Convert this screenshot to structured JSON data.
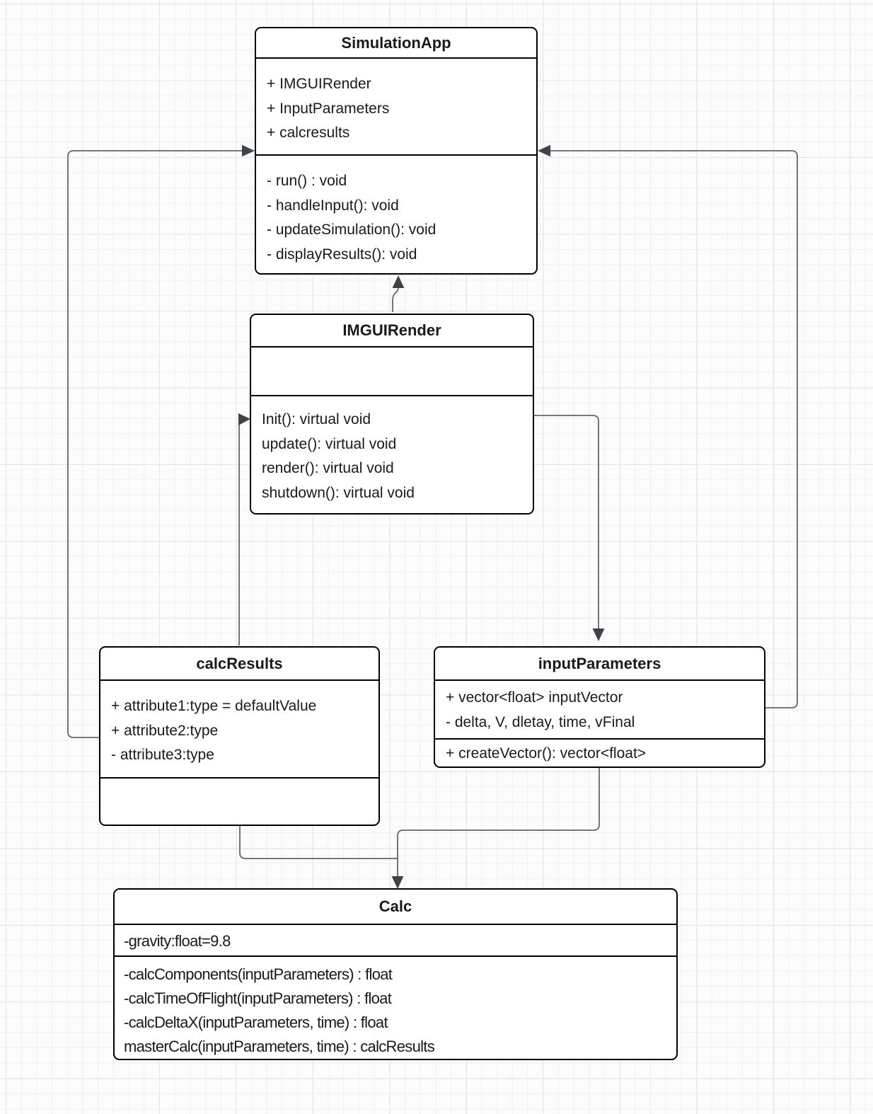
{
  "diagram": {
    "classes": [
      {
        "name": "SimulationApp",
        "attributes": [
          "+ IMGUIRender",
          "+ InputParameters",
          "+ calcresults"
        ],
        "methods": [
          "- run() : void",
          "- handleInput(): void",
          "- updateSimulation(): void",
          "- displayResults(): void"
        ]
      },
      {
        "name": "IMGUIRender",
        "attributes": [],
        "methods": [
          "Init(): virtual void",
          "update(): virtual void",
          "render(): virtual void",
          "shutdown(): virtual void"
        ]
      },
      {
        "name": "calcResults",
        "attributes": [
          "+ attribute1:type = defaultValue",
          "+ attribute2:type",
          "- attribute3:type"
        ],
        "methods": []
      },
      {
        "name": "inputParameters",
        "attributes": [
          "+ vector<float> inputVector",
          "- delta, V, dletay, time, vFinal"
        ],
        "methods": [
          "+ createVector(): vector<float>"
        ]
      },
      {
        "name": "Calc",
        "attributes": [
          "-gravity:float=9.8"
        ],
        "methods": [
          "-calcComponents(inputParameters) : float",
          "-calcTimeOfFlight(inputParameters) : float",
          "-calcDeltaX(inputParameters, time) : float",
          "masterCalc(inputParameters, time) : calcResults"
        ]
      }
    ],
    "colors": {
      "line": "#63676e",
      "arrow": "#3d424b",
      "border": "#000000",
      "text": "#1a1a1a"
    }
  }
}
